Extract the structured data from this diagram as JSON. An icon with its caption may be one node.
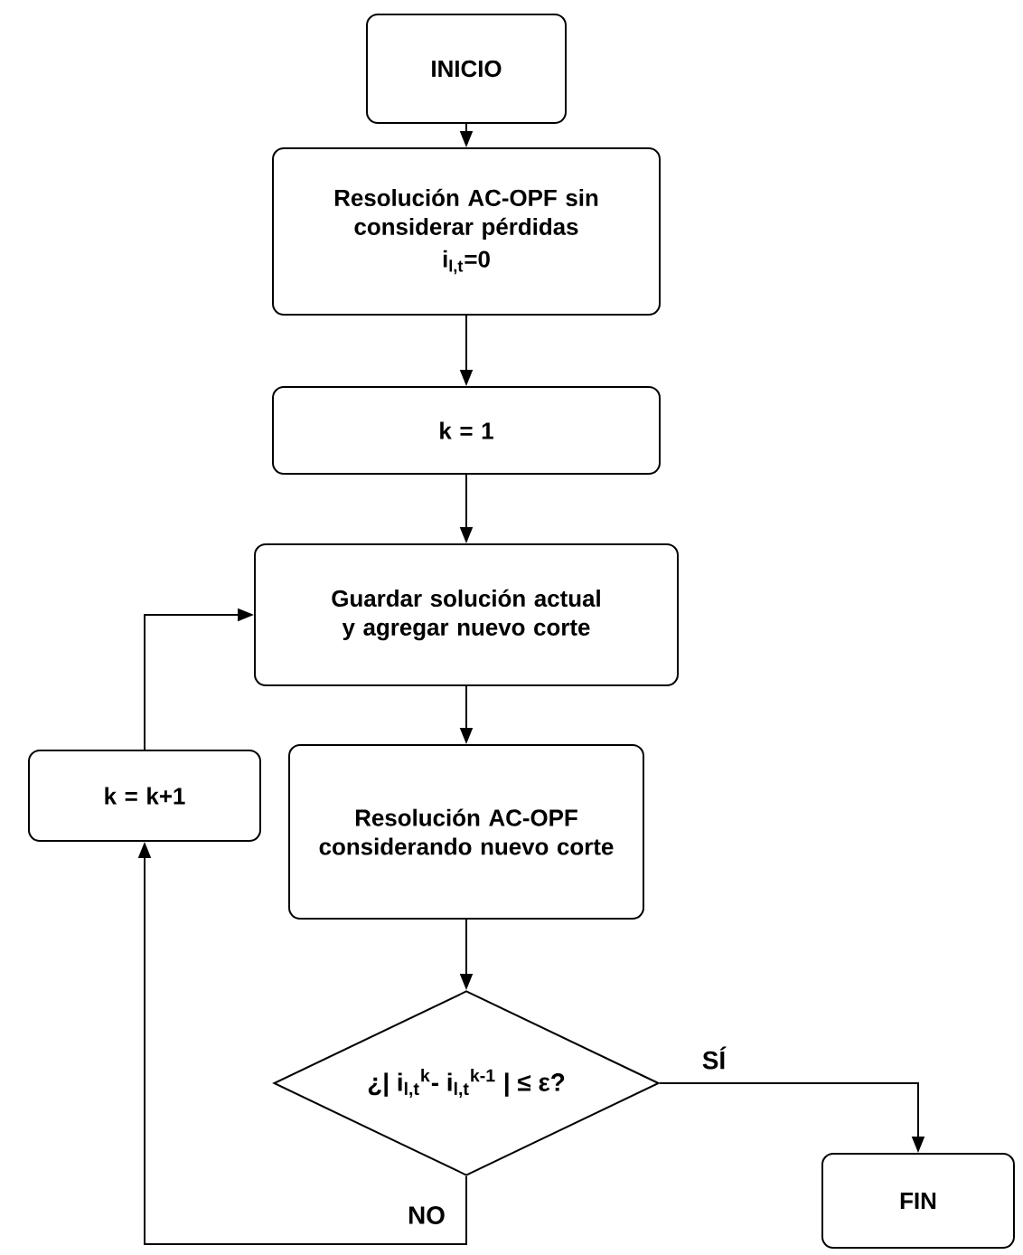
{
  "diagram": {
    "nodes": [
      {
        "text": [
          "INICIO"
        ]
      },
      {
        "text": [
          "Resolución AC-OPF sin considerar pérdidas",
          "i$_{l,t}$=0"
        ]
      },
      {
        "text": [
          "k = 1"
        ]
      },
      {
        "text": [
          "Guardar solución actual y agregar nuevo corte"
        ]
      },
      {
        "text": [
          "Resolución AC-OPF considerando nuevo corte"
        ]
      },
      {
        "text": [
          "k = k+1"
        ]
      },
      {
        "text": [
          "¿| i$_{l,t}$$^{k}$- i$_{l,t}$$^{k-1}$ | ≤ ε?"
        ]
      },
      {
        "text": [
          "FIN"
        ]
      }
    ],
    "edges": [
      {
        "from": 0,
        "to": 1,
        "arrow": "to"
      },
      {
        "from": 1,
        "to": 2,
        "arrow": "to"
      },
      {
        "from": 2,
        "to": 3,
        "arrow": "to"
      },
      {
        "from": 3,
        "to": 4,
        "arrow": "to"
      },
      {
        "from": 4,
        "to": 6,
        "arrow": "to"
      },
      {
        "from": 6,
        "to": 7,
        "arrow": "to",
        "label": "SÍ"
      },
      {
        "from": 6,
        "to": 5,
        "arrow": "to",
        "label": "NO"
      },
      {
        "from": 5,
        "to": 3,
        "arrow": "to"
      }
    ]
  }
}
